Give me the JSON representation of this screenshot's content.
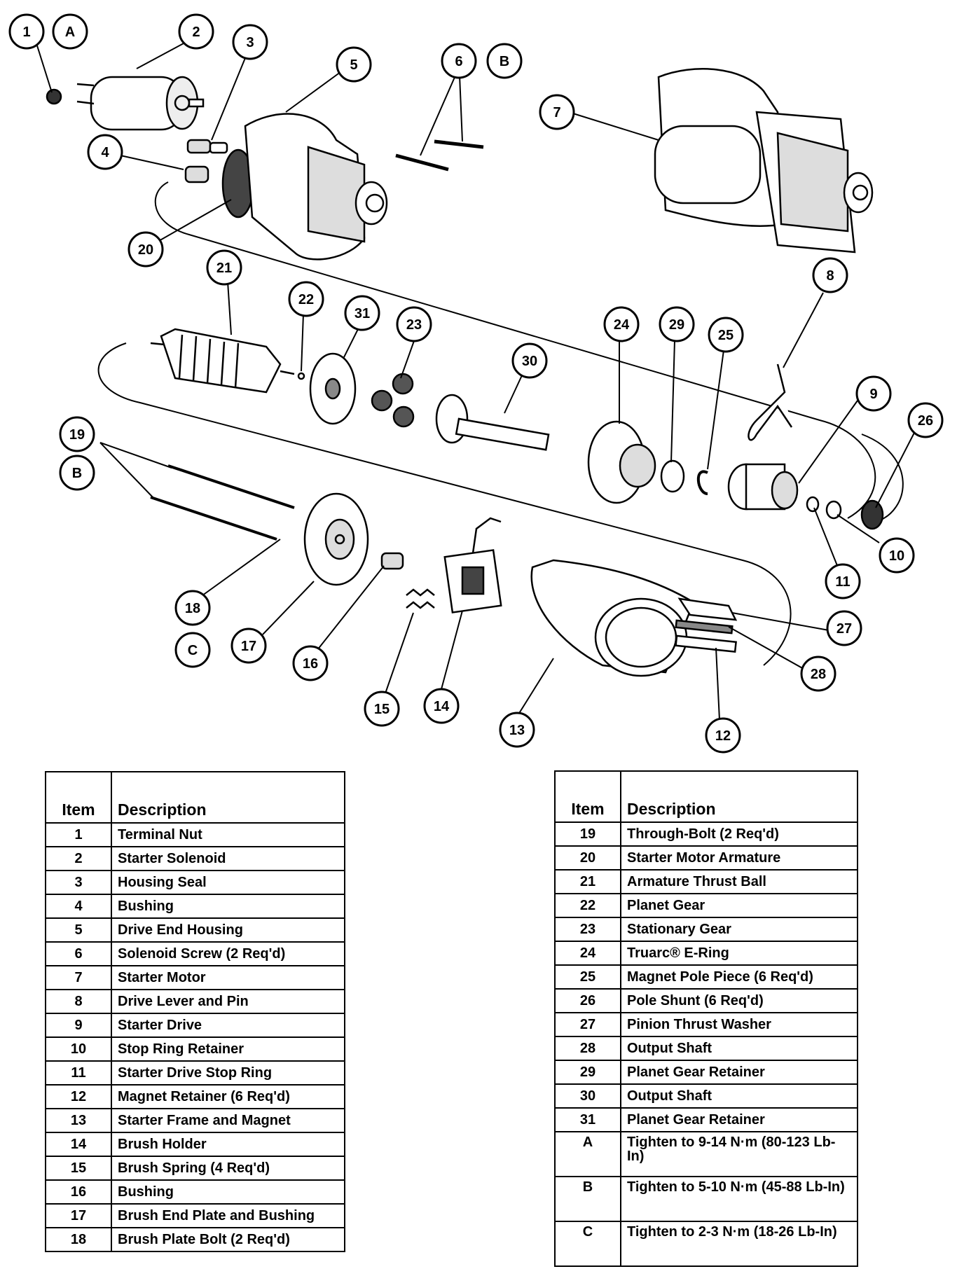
{
  "diagram": {
    "callouts": [
      "1",
      "A",
      "2",
      "3",
      "5",
      "6",
      "B",
      "7",
      "4",
      "20",
      "21",
      "22",
      "31",
      "23",
      "30",
      "24",
      "29",
      "25",
      "8",
      "9",
      "26",
      "19",
      "B",
      "18",
      "17",
      "C",
      "16",
      "15",
      "14",
      "13",
      "12",
      "28",
      "27",
      "11",
      "10"
    ]
  },
  "tables": {
    "left": {
      "headers": {
        "item": "Item",
        "description": "Description"
      },
      "rows": [
        {
          "item": "1",
          "description": "Terminal Nut"
        },
        {
          "item": "2",
          "description": "Starter Solenoid"
        },
        {
          "item": "3",
          "description": "Housing Seal"
        },
        {
          "item": "4",
          "description": "Bushing"
        },
        {
          "item": "5",
          "description": "Drive End Housing"
        },
        {
          "item": "6",
          "description": "Solenoid Screw (2 Req'd)"
        },
        {
          "item": "7",
          "description": "Starter Motor"
        },
        {
          "item": "8",
          "description": "Drive Lever and Pin"
        },
        {
          "item": "9",
          "description": "Starter Drive"
        },
        {
          "item": "10",
          "description": "Stop Ring Retainer"
        },
        {
          "item": "11",
          "description": "Starter Drive Stop Ring"
        },
        {
          "item": "12",
          "description": "Magnet Retainer (6 Req'd)"
        },
        {
          "item": "13",
          "description": "Starter Frame and Magnet"
        },
        {
          "item": "14",
          "description": "Brush Holder"
        },
        {
          "item": "15",
          "description": "Brush Spring (4 Req'd)"
        },
        {
          "item": "16",
          "description": "Bushing"
        },
        {
          "item": "17",
          "description": "Brush End Plate and Bushing"
        },
        {
          "item": "18",
          "description": "Brush Plate Bolt (2 Req'd)"
        }
      ]
    },
    "right": {
      "headers": {
        "item": "Item",
        "description": "Description"
      },
      "rows": [
        {
          "item": "19",
          "description": "Through-Bolt (2 Req'd)"
        },
        {
          "item": "20",
          "description": "Starter Motor Armature"
        },
        {
          "item": "21",
          "description": "Armature Thrust Ball"
        },
        {
          "item": "22",
          "description": "Planet Gear"
        },
        {
          "item": "23",
          "description": "Stationary Gear"
        },
        {
          "item": "24",
          "description": "Truarc® E-Ring"
        },
        {
          "item": "25",
          "description": "Magnet Pole Piece (6 Req'd)"
        },
        {
          "item": "26",
          "description": "Pole Shunt (6 Req'd)"
        },
        {
          "item": "27",
          "description": "Pinion Thrust Washer"
        },
        {
          "item": "28",
          "description": "Output Shaft"
        },
        {
          "item": "29",
          "description": "Planet Gear Retainer"
        },
        {
          "item": "30",
          "description": "Output Shaft"
        },
        {
          "item": "31",
          "description": "Planet Gear Retainer"
        },
        {
          "item": "A",
          "description": "Tighten to 9-14 N·m (80-123 Lb-In)"
        },
        {
          "item": "B",
          "description": "Tighten to 5-10 N·m (45-88 Lb-In)"
        },
        {
          "item": "C",
          "description": "Tighten to 2-3 N·m (18-26 Lb-In)"
        }
      ]
    }
  }
}
